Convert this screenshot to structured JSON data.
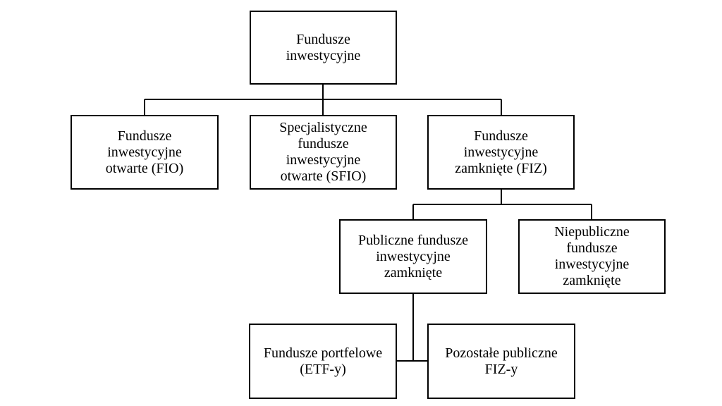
{
  "diagram": {
    "nodes": {
      "root": {
        "lines": [
          "Fundusze",
          "inwestycyjne"
        ]
      },
      "fio": {
        "lines": [
          "Fundusze",
          "inwestycyjne",
          "otwarte (FIO)"
        ]
      },
      "sfio": {
        "lines": [
          "Specjalistyczne",
          "fundusze",
          "inwestycyjne",
          "otwarte (SFIO)"
        ]
      },
      "fiz": {
        "lines": [
          "Fundusze",
          "inwestycyjne",
          "zamknięte (FIZ)"
        ]
      },
      "pub": {
        "lines": [
          "Publiczne fundusze",
          "inwestycyjne",
          "zamknięte"
        ]
      },
      "niepub": {
        "lines": [
          "Niepubliczne",
          "fundusze",
          "inwestycyjne",
          "zamknięte"
        ]
      },
      "etf": {
        "lines": [
          "Fundusze portfelowe",
          "(ETF-y)"
        ]
      },
      "other": {
        "lines": [
          "Pozostałe publiczne",
          "FIZ-y"
        ]
      }
    },
    "edges": [
      [
        "root",
        "fio"
      ],
      [
        "root",
        "sfio"
      ],
      [
        "root",
        "fiz"
      ],
      [
        "fiz",
        "pub"
      ],
      [
        "fiz",
        "niepub"
      ],
      [
        "pub",
        "etf"
      ],
      [
        "pub",
        "other"
      ]
    ],
    "colors": {
      "line": "#000000",
      "box_border": "#000000",
      "text": "#000000",
      "background": "#ffffff"
    }
  }
}
